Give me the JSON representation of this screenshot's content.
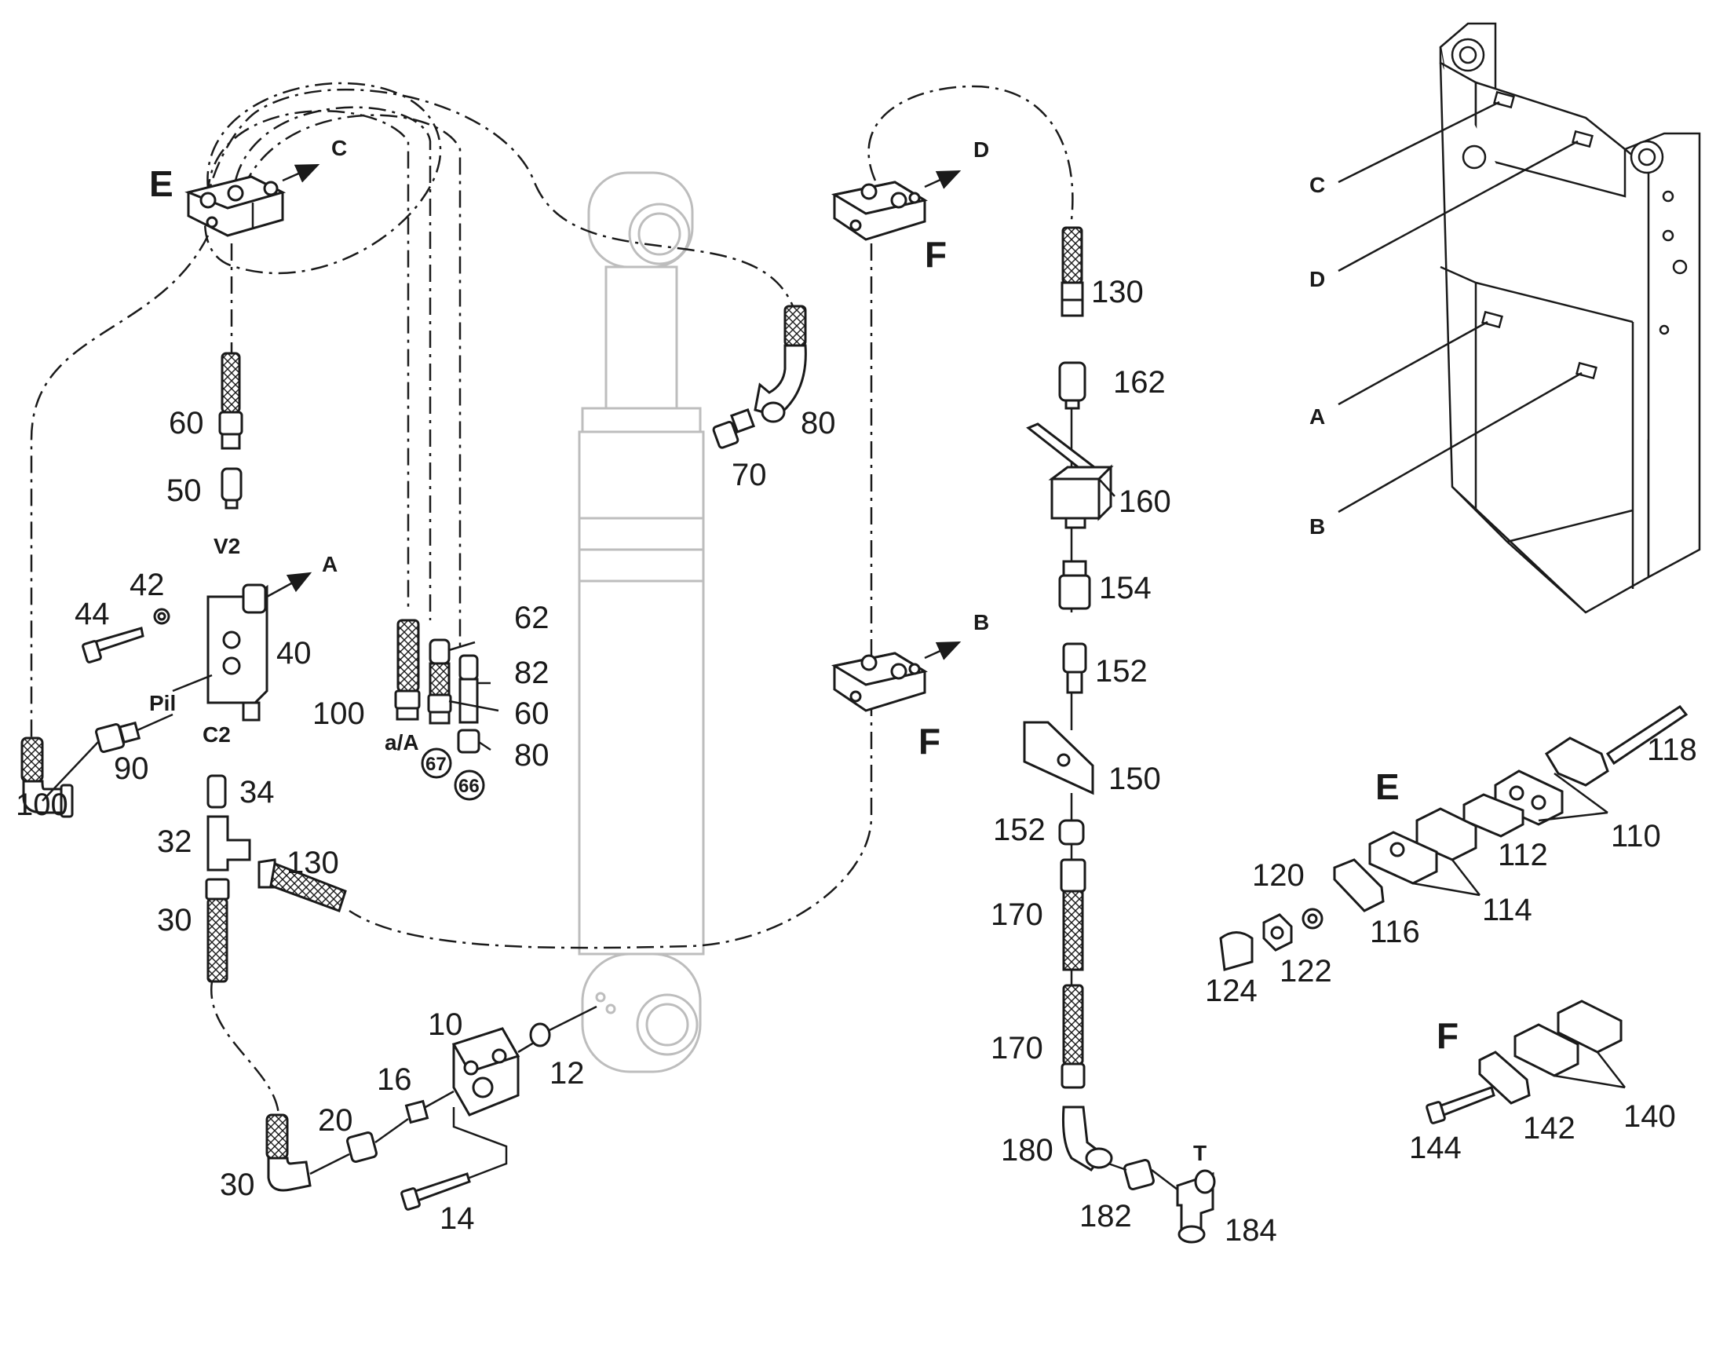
{
  "labels": {
    "l100a": "100",
    "l90": "90",
    "l44": "44",
    "l42": "42",
    "lPil": "Pil",
    "lC2": "C2",
    "lV2": "V2",
    "l40": "40",
    "lA1": "A",
    "l60a": "60",
    "l50": "50",
    "lE1": "E",
    "lC1": "C",
    "l34": "34",
    "l32": "32",
    "l130a": "130",
    "l30a": "30",
    "l20": "20",
    "l30b": "30",
    "l16": "16",
    "l10": "10",
    "l12": "12",
    "l14": "14",
    "l100b": "100",
    "laA": "a/A",
    "l62": "62",
    "l82": "82",
    "l60b": "60",
    "l80a": "80",
    "l67": "67",
    "l66": "66",
    "l70": "70",
    "l80b": "80",
    "lD1": "D",
    "lF1": "F",
    "lB1": "B",
    "lF2": "F",
    "l130b": "130",
    "l162": "162",
    "l160": "160",
    "l154": "154",
    "l152a": "152",
    "l150": "150",
    "l152b": "152",
    "l170a": "170",
    "l170b": "170",
    "l180": "180",
    "l182": "182",
    "l184": "184",
    "lT": "T",
    "lC3": "C",
    "lD3": "D",
    "lA3": "A",
    "lB3": "B",
    "lE2": "E",
    "l118": "118",
    "l110": "110",
    "l112": "112",
    "l114": "114",
    "l120": "120",
    "l116": "116",
    "l124": "124",
    "l122": "122",
    "lF3": "F",
    "l140": "140",
    "l142": "142",
    "l144": "144"
  },
  "colors": {
    "line": "#1a1a1a",
    "cylinder_outline": "#bdbdbd",
    "background": "#ffffff"
  },
  "icons": [
    "hydraulic-cylinder-icon",
    "valve-block-icon",
    "hose-icon",
    "fitting-icon",
    "ball-valve-icon",
    "tube-clamp-icon",
    "mounting-frame-icon"
  ]
}
